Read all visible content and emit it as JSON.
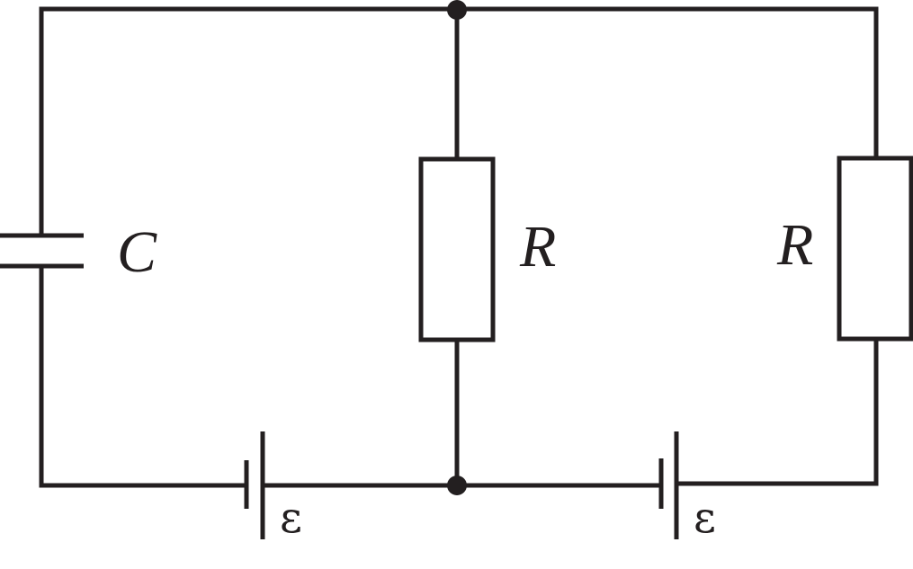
{
  "labels": {
    "capacitor": "C",
    "resistor_middle": "R",
    "resistor_right": "R",
    "emf_left": "ε",
    "emf_right": "ε"
  },
  "colors": {
    "ink": "#231f20",
    "background": "#ffffff"
  }
}
